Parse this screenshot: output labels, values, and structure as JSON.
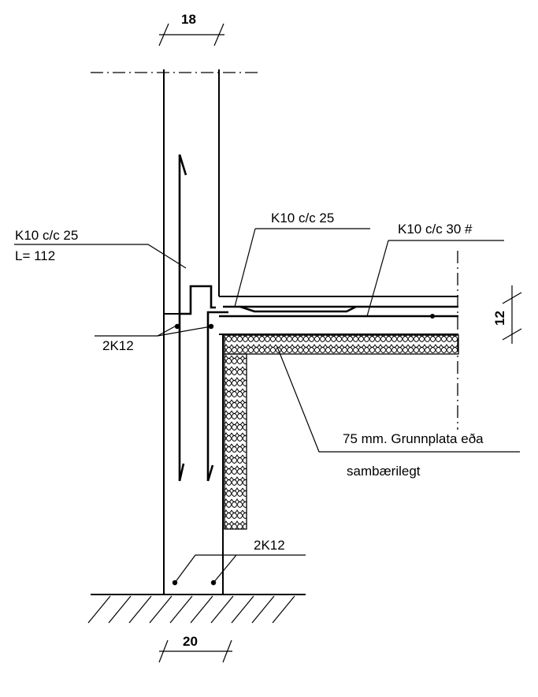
{
  "dimensions": {
    "top_width": "18",
    "bottom_width": "20",
    "slab_thickness": "12"
  },
  "labels": {
    "wall_rebar": "K10 c/c 25",
    "wall_rebar_length": "L= 112",
    "slab_edge_rebar": "K10 c/c 25",
    "slab_mesh": "K10 c/c 30 #",
    "corner_bars_upper": "2K12",
    "corner_bars_lower": "2K12",
    "insulation_line1": "75 mm. Grunnplata eða",
    "insulation_line2": "sambærilegt"
  }
}
